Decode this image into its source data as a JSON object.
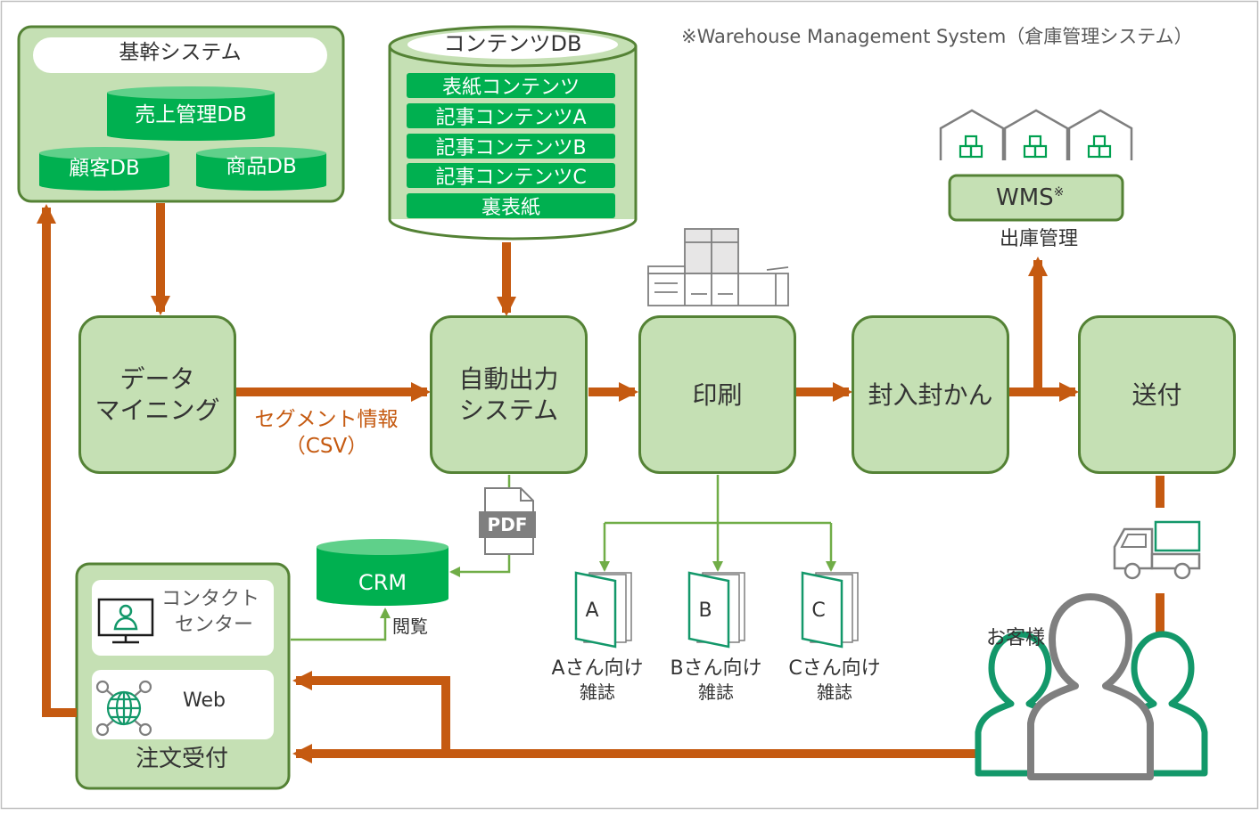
{
  "note": "※Warehouse Management System（倉庫管理システム）",
  "core_system": {
    "title": "基幹システム",
    "sales_db": "売上管理DB",
    "customer_db": "顧客DB",
    "product_db": "商品DB"
  },
  "content_db": {
    "title": "コンテンツDB",
    "items": [
      "表紙コンテンツ",
      "記事コンテンツA",
      "記事コンテンツB",
      "記事コンテンツC",
      "裏表紙"
    ]
  },
  "process": {
    "data_mining": [
      "データ",
      "マイニング"
    ],
    "auto_output": [
      "自動出力",
      "システム"
    ],
    "printing": "印刷",
    "enclosing": "封入封かん",
    "shipping": "送付"
  },
  "segment_label": [
    "セグメント情報",
    "（CSV）"
  ],
  "wms": {
    "label": "WMS",
    "mark": "※",
    "caption": "出庫管理"
  },
  "pdf_label": "PDF",
  "crm": {
    "label": "CRM",
    "view_label": "閲覧"
  },
  "order": {
    "title": "注文受付",
    "contact_center": [
      "コンタクト",
      "センター"
    ],
    "web": "Web"
  },
  "magazines": [
    {
      "letter": "A",
      "label": [
        "Aさん向け",
        "雑誌"
      ]
    },
    {
      "letter": "B",
      "label": [
        "Bさん向け",
        "雑誌"
      ]
    },
    {
      "letter": "C",
      "label": [
        "Cさん向け",
        "雑誌"
      ]
    }
  ],
  "customer_label": "お客様",
  "icons": [
    "warehouse-icon",
    "printer-icon",
    "pdf-file-icon",
    "magazine-icon",
    "truck-icon",
    "customer-group-icon",
    "monitor-person-icon",
    "globe-network-icon"
  ],
  "colors": {
    "arrow": "#c55a11",
    "box_fill": "#c5e0b4",
    "box_border": "#548235",
    "db_green": "#00b050",
    "thin_line": "#70ad47",
    "customer_teal": "#13986a",
    "segment_text": "#c55a11"
  }
}
